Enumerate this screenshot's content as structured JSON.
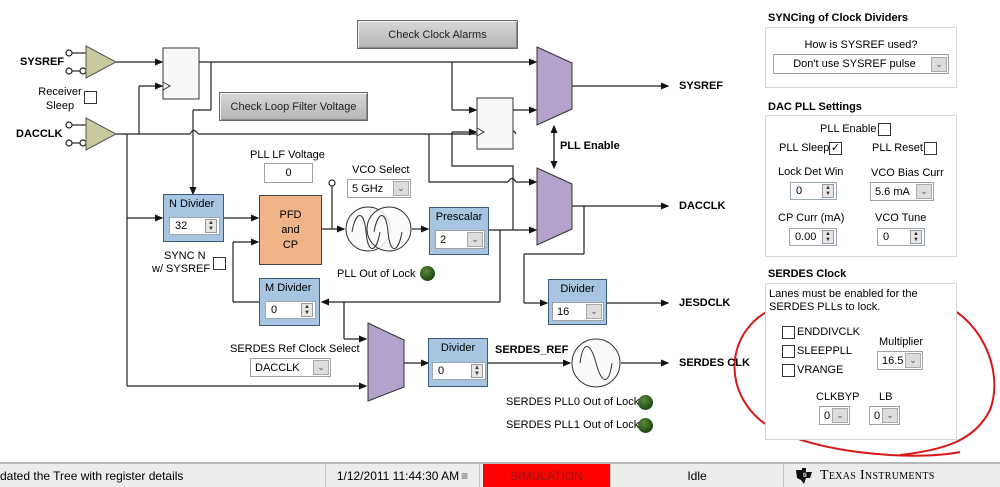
{
  "inputs": {
    "sysref_label": "SYSREF",
    "dacclk_label": "DACCLK",
    "receiver_sleep_label": "Receiver Sleep",
    "receiver_sleep_checked": false
  },
  "buttons": {
    "check_clock_alarms": "Check Clock Alarms",
    "check_loop_filter_voltage": "Check Loop Filter Voltage"
  },
  "pll": {
    "lf_voltage_label": "PLL LF Voltage",
    "lf_voltage_value": "0",
    "vco_select_label": "VCO Select",
    "vco_select_value": "5 GHz",
    "n_divider_label": "N Divider",
    "n_divider_value": "32",
    "sync_n_label_line1": "SYNC N",
    "sync_n_label_line2": "w/ SYSREF",
    "sync_n_checked": false,
    "pfd_line1": "PFD",
    "pfd_line2": "and",
    "pfd_line3": "CP",
    "prescalar_label": "Prescalar",
    "prescalar_value": "2",
    "m_divider_label": "M Divider",
    "m_divider_value": "0",
    "out_of_lock_label": "PLL Out of Lock",
    "enable_label": "PLL Enable"
  },
  "outputs": {
    "sysref": "SYSREF",
    "dacclk": "DACCLK",
    "jesdclk": "JESDCLK",
    "serdes_clk": "SERDES CLK",
    "jesd_divider_label": "Divider",
    "jesd_divider_value": "16"
  },
  "serdes_path": {
    "ref_clock_select_label": "SERDES Ref Clock Select",
    "ref_clock_select_value": "DACCLK",
    "divider_label": "Divider",
    "divider_value": "0",
    "serdes_ref_label": "SERDES_REF",
    "pll0_lock_label": "SERDES PLL0 Out of Lock",
    "pll1_lock_label": "SERDES PLL1 Out of Lock"
  },
  "sync_panel": {
    "title": "SYNCing of Clock Dividers",
    "question": "How is SYSREF used?",
    "value": "Don't use SYSREF pulse"
  },
  "dac_pll_panel": {
    "title": "DAC PLL Settings",
    "pll_enable_label": "PLL Enable",
    "pll_enable_checked": false,
    "pll_sleep_label": "PLL Sleep",
    "pll_sleep_checked": true,
    "pll_reset_label": "PLL Reset",
    "pll_reset_checked": false,
    "lock_det_win_label": "Lock Det Win",
    "lock_det_win_value": "0",
    "vco_bias_curr_label": "VCO Bias Curr",
    "vco_bias_curr_value": "5.6 mA",
    "cp_curr_label": "CP Curr (mA)",
    "cp_curr_value": "0.00",
    "vco_tune_label": "VCO Tune",
    "vco_tune_value": "0"
  },
  "serdes_panel": {
    "title": "SERDES Clock",
    "note": "Lanes must be enabled for the SERDES PLLs to lock.",
    "enddivclk_label": "ENDDIVCLK",
    "enddivclk_checked": false,
    "sleeppll_label": "SLEEPPLL",
    "sleeppll_checked": false,
    "vrange_label": "VRANGE",
    "vrange_checked": false,
    "multiplier_label": "Multiplier",
    "multiplier_value": "16.5",
    "clkbyp_label": "CLKBYP",
    "clkbyp_value": "0",
    "lb_label": "LB",
    "lb_value": "0"
  },
  "status_bar": {
    "message": "dated the Tree with register details",
    "datetime": "1/12/2011 11:44:30 AM",
    "mode": "SIMULATION",
    "state": "Idle",
    "brand": "Texas Instruments"
  },
  "colors": {
    "block_blue": "#a7c4e1",
    "mux_purple": "#b2a2cc",
    "buffer_olive": "#c8c99e",
    "pfd_orange": "#f0b488",
    "simulation_red": "#ff0000",
    "annotation_red": "#d81818"
  }
}
